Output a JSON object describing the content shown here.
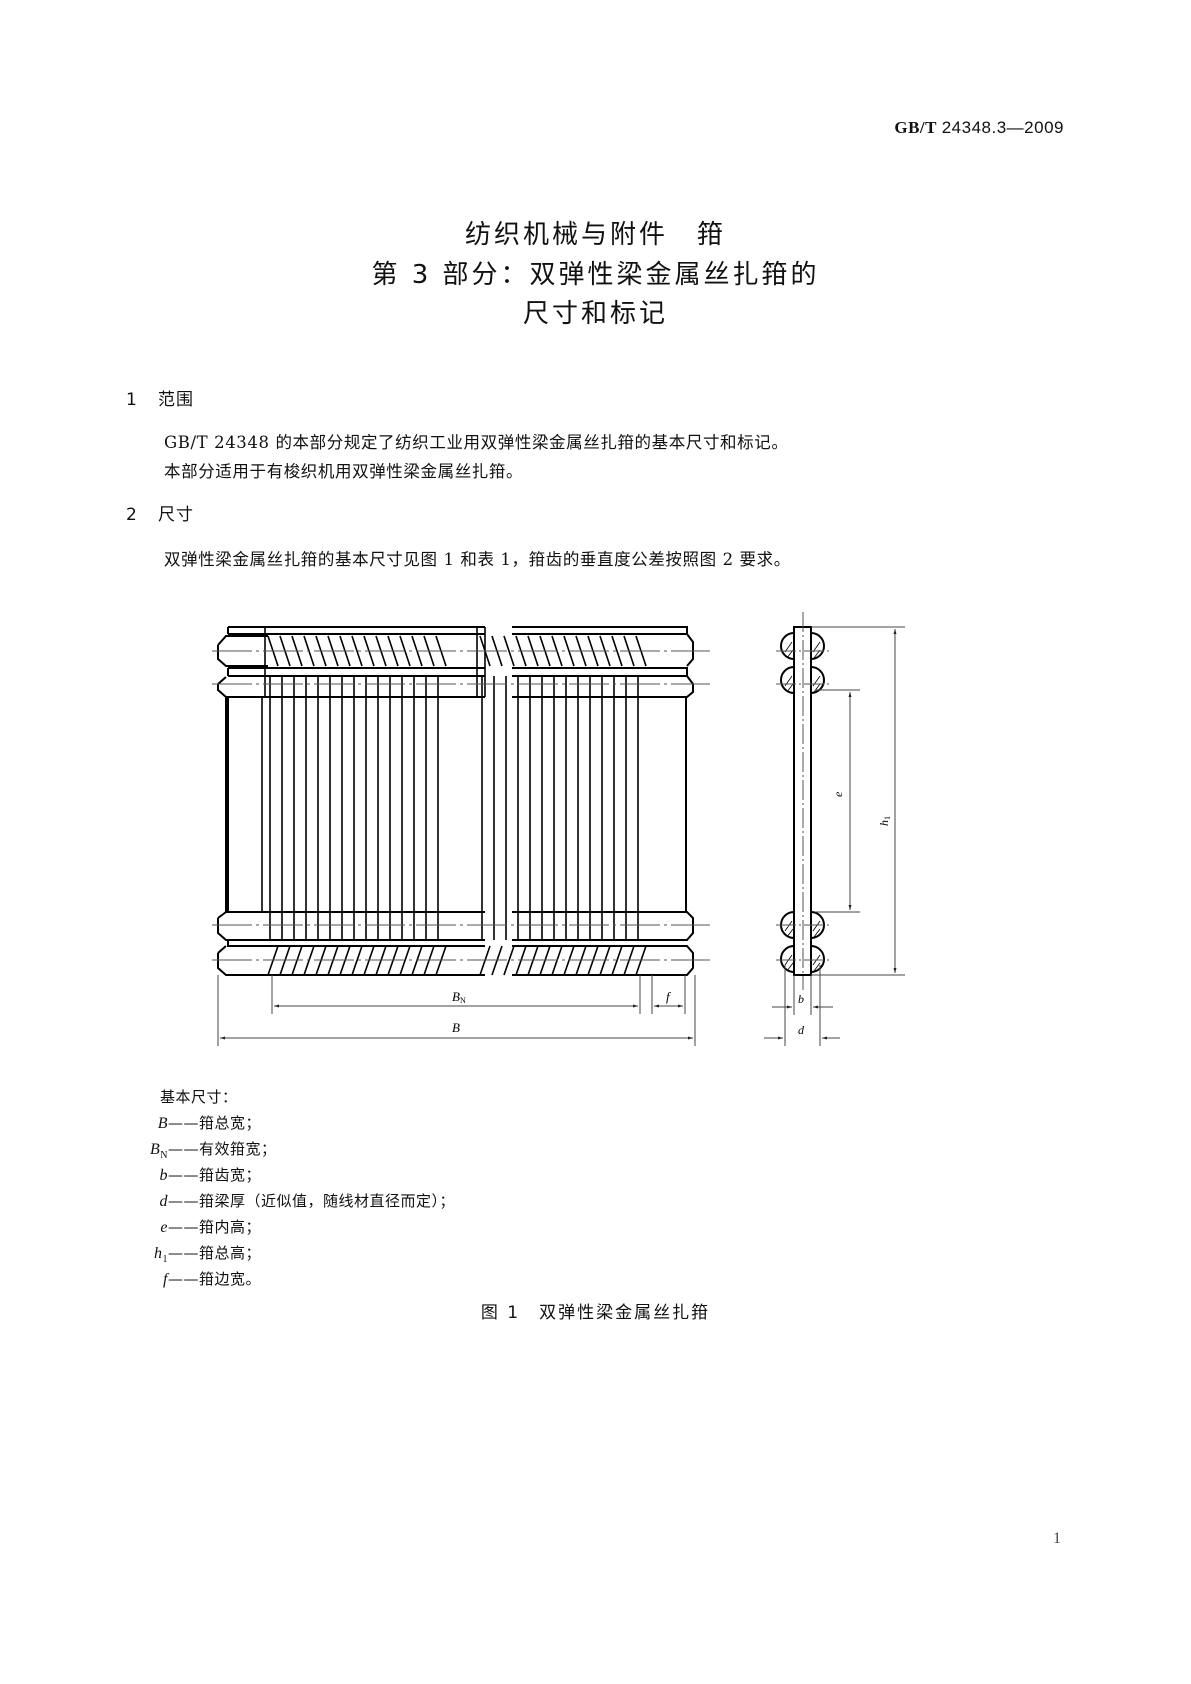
{
  "header": {
    "std_prefix": "GB/T",
    "std_number": "24348.3—2009"
  },
  "title": {
    "line1": "纺织机械与附件　箝",
    "line2": "第 3 部分：双弹性梁金属丝扎箝的",
    "line3": "尺寸和标记"
  },
  "sections": [
    {
      "number": "1",
      "heading": "范围",
      "paragraphs": [
        "GB/T 24348 的本部分规定了纺织工业用双弹性梁金属丝扎箝的基本尺寸和标记。",
        "本部分适用于有梭织机用双弹性梁金属丝扎箝。"
      ]
    },
    {
      "number": "2",
      "heading": "尺寸",
      "paragraphs": [
        "双弹性梁金属丝扎箝的基本尺寸见图 1 和表 1，箝齿的垂直度公差按照图 2 要求。"
      ]
    }
  ],
  "figure": {
    "dimension_labels": {
      "B": "B",
      "BN_main": "B",
      "BN_sub": "N",
      "f": "f",
      "b": "b",
      "d": "d",
      "e": "e",
      "h1_main": "h",
      "h1_sub": "1"
    },
    "legend_title": "基本尺寸：",
    "legend": [
      {
        "symbol": "B",
        "sub": "",
        "desc": "——箝总宽；"
      },
      {
        "symbol": "B",
        "sub": "N",
        "desc": "——有效箝宽；"
      },
      {
        "symbol": "b",
        "sub": "",
        "desc": "——箝齿宽；"
      },
      {
        "symbol": "d",
        "sub": "",
        "desc": "——箝梁厚（近似值，随线材直径而定）；"
      },
      {
        "symbol": "e",
        "sub": "",
        "desc": "——箝内高；"
      },
      {
        "symbol": "h",
        "sub": "1",
        "desc": "——箝总高；"
      },
      {
        "symbol": "f",
        "sub": "",
        "desc": "——箝边宽。"
      }
    ],
    "caption": "图 1　双弹性梁金属丝扎箝"
  },
  "footer": {
    "page_number": "1"
  }
}
